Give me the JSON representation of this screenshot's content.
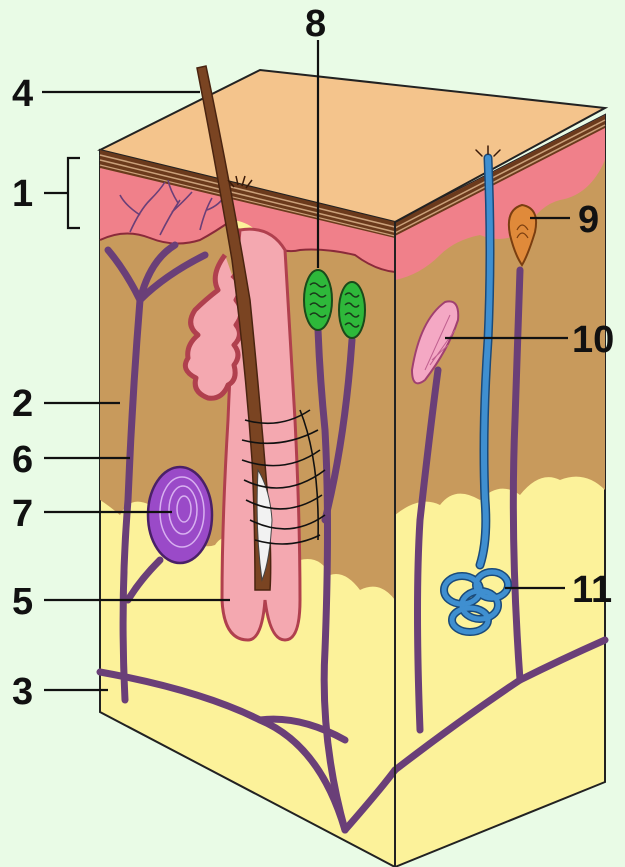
{
  "labels": {
    "l1": "1",
    "l2": "2",
    "l3": "3",
    "l4": "4",
    "l5": "5",
    "l6": "6",
    "l7": "7",
    "l8": "8",
    "l9": "9",
    "l10": "10",
    "l11": "11"
  },
  "colors": {
    "background": "#e9fbe6",
    "epidermis_top": "#f4c48c",
    "epidermis_layers": "#6b3a1c",
    "dermis_pink": "#f0808a",
    "dermis_tan": "#c89a5c",
    "hypodermis_fat": "#fcf29a",
    "hair": "#7a4422",
    "nerve": "#6a3f78",
    "pacinian_corpuscle": "#9a4ac8",
    "meissner_corpuscle": "#2eb83a",
    "sweat_gland": "#3f8fd0",
    "ruffini_end": "#e08a3a",
    "krause_bulb": "#f4a8c4"
  }
}
